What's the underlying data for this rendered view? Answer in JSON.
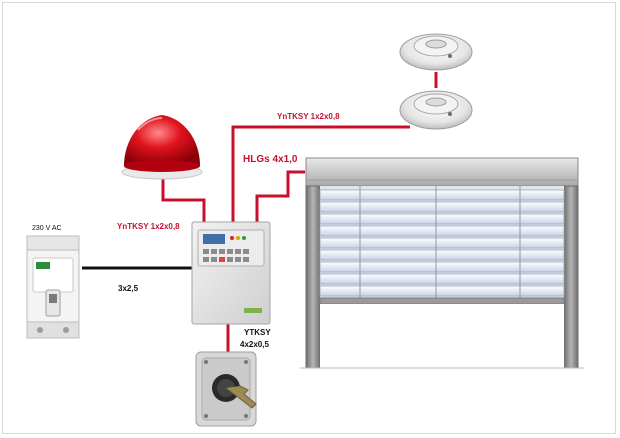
{
  "labels": {
    "power_supply": "230 V AC",
    "cable_power": "3x2,5",
    "cable_sounder": "YnTKSY 1x2x0,8",
    "cable_detectors": "YnTKSY 1x2x0,8",
    "cable_shutter": "HLGs 4x1,0",
    "cable_keyswitch_line1": "YTKSY",
    "cable_keyswitch_line2": "4x2x0,5"
  },
  "colors": {
    "signal_cable": "#c8102e",
    "power_cable": "#111111",
    "panel": "#e3e3e3",
    "shutter_frame": "#8f8f8f"
  },
  "icons": {
    "breaker": "circuit-breaker-icon",
    "sounder": "sounder-beacon-icon",
    "detector": "smoke-detector-icon",
    "panel": "fire-control-panel-icon",
    "keyswitch": "key-switch-icon",
    "shutter": "rolling-shutter-icon"
  }
}
